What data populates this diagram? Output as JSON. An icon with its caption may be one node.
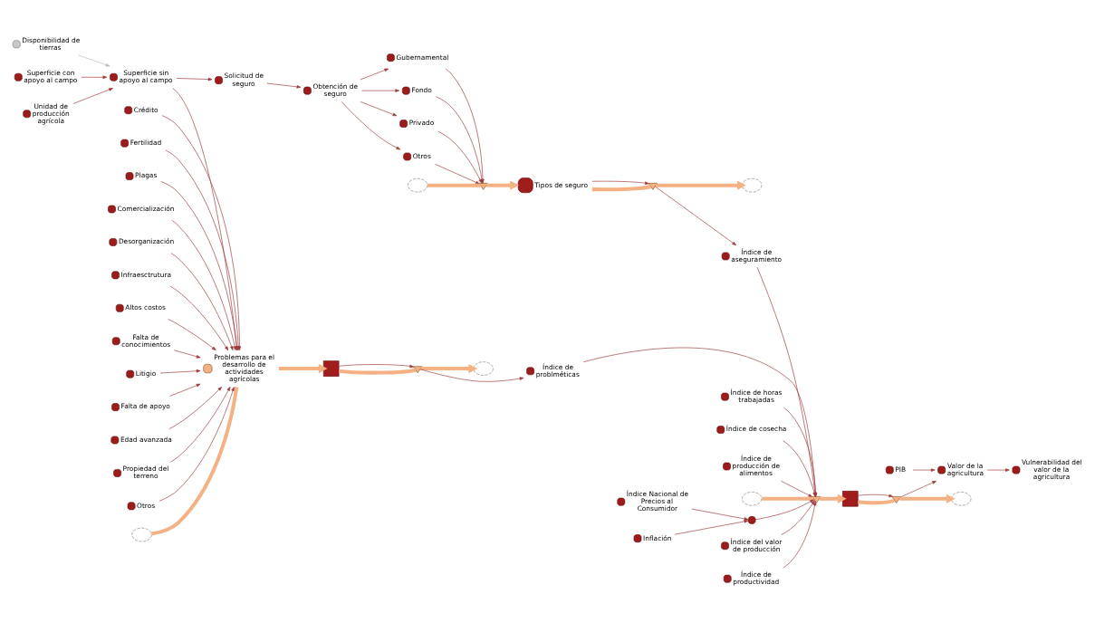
{
  "diagram": {
    "nodes": [
      {
        "text": [
          "Disponibilidad de tierras"
        ]
      },
      {
        "text": [
          "Superficie con apoyo al campo"
        ]
      },
      {
        "text": [
          "Unidad de producción agrícola"
        ]
      },
      {
        "text": [
          "Superficie sin apoyo al campo"
        ]
      },
      {
        "text": [
          "Solicitud de seguro"
        ]
      },
      {
        "text": [
          "Crédito"
        ]
      },
      {
        "text": [
          "Fertilidad"
        ]
      },
      {
        "text": [
          "Plagas"
        ]
      },
      {
        "text": [
          "Comercialización"
        ]
      },
      {
        "text": [
          "Desorganización"
        ]
      },
      {
        "text": [
          "Infraesctrutura"
        ]
      },
      {
        "text": [
          "Altos costos"
        ]
      },
      {
        "text": [
          "Falta de conocimientos"
        ]
      },
      {
        "text": [
          "Litigio"
        ]
      },
      {
        "text": [
          "Falta de apoyo"
        ]
      },
      {
        "text": [
          "Edad avanzada"
        ]
      },
      {
        "text": [
          "Propiedad del terreno"
        ]
      },
      {
        "text": [
          "Otros"
        ]
      },
      {
        "text": [],
        "shape": "cloud"
      },
      {
        "text": [
          "Problemas para el desarrollo de actividades agrícolas"
        ]
      },
      {
        "text": [],
        "shape": "box"
      },
      {
        "text": [],
        "shape": "valve"
      },
      {
        "text": [],
        "shape": "cloud"
      },
      {
        "text": [
          "Vulnerabilidad del valor de la agricultura"
        ]
      },
      {
        "text": [
          "Índice de problméticas"
        ]
      },
      {
        "text": [
          "Obtención de seguro"
        ]
      },
      {
        "text": [
          "Gubernamental"
        ]
      },
      {
        "text": [
          "Fondo"
        ]
      },
      {
        "text": [
          "Privado"
        ]
      },
      {
        "text": [
          "Otros"
        ]
      },
      {
        "text": [],
        "shape": "cloud"
      },
      {
        "text": [],
        "shape": "valve"
      },
      {
        "text": [
          "Tipos de seguro"
        ]
      },
      {
        "text": [],
        "shape": "valve"
      },
      {
        "text": [],
        "shape": "cloud"
      },
      {
        "text": [
          "Índice de aseguramiento"
        ]
      },
      {
        "text": [
          "Índice de horas trabajadas"
        ]
      },
      {
        "text": [
          "Índice de cosecha"
        ]
      },
      {
        "text": [
          "Valor de la agricultura"
        ]
      },
      {
        "text": [
          "Índice de producción de alimentos"
        ]
      },
      {
        "text": [
          "PIB"
        ]
      },
      {
        "text": [],
        "shape": "cloud"
      },
      {
        "text": [],
        "shape": "valve"
      },
      {
        "text": [],
        "shape": "box"
      },
      {
        "text": [],
        "shape": "valve"
      },
      {
        "text": [],
        "shape": "cloud"
      },
      {
        "text": [
          "Índice Nacional de Precios al Consumidor"
        ]
      },
      {
        "text": [],
        "shape": "circle"
      },
      {
        "text": [
          "Índice del valor de producción"
        ]
      },
      {
        "text": [
          "Índice de productividad"
        ]
      },
      {
        "text": [
          "Inflación"
        ]
      }
    ],
    "edges": [
      {
        "from": 0,
        "to": 3,
        "arrow": "to",
        "color": "#bbbbbb"
      },
      {
        "from": 1,
        "to": 3,
        "arrow": "to"
      },
      {
        "from": 2,
        "to": 3,
        "arrow": "to"
      },
      {
        "from": 3,
        "to": 4,
        "arrow": "to"
      },
      {
        "from": 3,
        "to": 19,
        "arrow": "to"
      },
      {
        "from": 5,
        "to": 19,
        "arrow": "to"
      },
      {
        "from": 6,
        "to": 19,
        "arrow": "to"
      },
      {
        "from": 7,
        "to": 19,
        "arrow": "to"
      },
      {
        "from": 8,
        "to": 19,
        "arrow": "to"
      },
      {
        "from": 9,
        "to": 19,
        "arrow": "to"
      },
      {
        "from": 10,
        "to": 19,
        "arrow": "to"
      },
      {
        "from": 11,
        "to": 19,
        "arrow": "to"
      },
      {
        "from": 12,
        "to": 19,
        "arrow": "to"
      },
      {
        "from": 13,
        "to": 19,
        "arrow": "to"
      },
      {
        "from": 14,
        "to": 19,
        "arrow": "to"
      },
      {
        "from": 15,
        "to": 19,
        "arrow": "to"
      },
      {
        "from": 16,
        "to": 19,
        "arrow": "to"
      },
      {
        "from": 17,
        "to": 19,
        "arrow": "to"
      },
      {
        "from": 18,
        "to": 19,
        "arrow": "none",
        "style": "thick",
        "color": "#f4b183"
      },
      {
        "from": 19,
        "to": 20,
        "arrow": "to",
        "style": "thick",
        "color": "#f4b183"
      },
      {
        "from": 20,
        "to": 21,
        "arrow": "none",
        "style": "thick",
        "color": "#f4b183"
      },
      {
        "from": 21,
        "to": 22,
        "arrow": "to",
        "style": "thick",
        "color": "#f4b183"
      },
      {
        "from": 20,
        "to": 21,
        "arrow": "to"
      },
      {
        "from": 21,
        "to": 24,
        "arrow": "to"
      },
      {
        "from": 24,
        "to": 42,
        "arrow": "to"
      },
      {
        "from": 4,
        "to": 25,
        "arrow": "to"
      },
      {
        "from": 25,
        "to": 26,
        "arrow": "to"
      },
      {
        "from": 25,
        "to": 27,
        "arrow": "to"
      },
      {
        "from": 25,
        "to": 28,
        "arrow": "to"
      },
      {
        "from": 25,
        "to": 29,
        "arrow": "to"
      },
      {
        "from": 26,
        "to": 31,
        "arrow": "to"
      },
      {
        "from": 27,
        "to": 31,
        "arrow": "to"
      },
      {
        "from": 28,
        "to": 31,
        "arrow": "to"
      },
      {
        "from": 29,
        "to": 31,
        "arrow": "to"
      },
      {
        "from": 30,
        "to": 31,
        "arrow": "none",
        "style": "thick",
        "color": "#f4b183"
      },
      {
        "from": 31,
        "to": 32,
        "arrow": "to",
        "style": "thick",
        "color": "#f4b183"
      },
      {
        "from": 32,
        "to": 33,
        "arrow": "none",
        "style": "thick",
        "color": "#f4b183"
      },
      {
        "from": 33,
        "to": 34,
        "arrow": "to",
        "style": "thick",
        "color": "#f4b183"
      },
      {
        "from": 32,
        "to": 33,
        "arrow": "to"
      },
      {
        "from": 33,
        "to": 35,
        "arrow": "to"
      },
      {
        "from": 35,
        "to": 42,
        "arrow": "to"
      },
      {
        "from": 36,
        "to": 42,
        "arrow": "to"
      },
      {
        "from": 37,
        "to": 42,
        "arrow": "to"
      },
      {
        "from": 39,
        "to": 42,
        "arrow": "to"
      },
      {
        "from": 47,
        "to": 42,
        "arrow": "to"
      },
      {
        "from": 48,
        "to": 42,
        "arrow": "to"
      },
      {
        "from": 49,
        "to": 42,
        "arrow": "to"
      },
      {
        "from": 46,
        "to": 47,
        "arrow": "to"
      },
      {
        "from": 50,
        "to": 47,
        "arrow": "to"
      },
      {
        "from": 41,
        "to": 42,
        "arrow": "none",
        "style": "thick",
        "color": "#f4b183"
      },
      {
        "from": 42,
        "to": 43,
        "arrow": "to",
        "style": "thick",
        "color": "#f4b183"
      },
      {
        "from": 43,
        "to": 44,
        "arrow": "none",
        "style": "thick",
        "color": "#f4b183"
      },
      {
        "from": 44,
        "to": 45,
        "arrow": "to",
        "style": "thick",
        "color": "#f4b183"
      },
      {
        "from": 43,
        "to": 44,
        "arrow": "to"
      },
      {
        "from": 44,
        "to": 38,
        "arrow": "to"
      },
      {
        "from": 40,
        "to": 38,
        "arrow": "to"
      },
      {
        "from": 38,
        "to": 23,
        "arrow": "to"
      }
    ]
  }
}
